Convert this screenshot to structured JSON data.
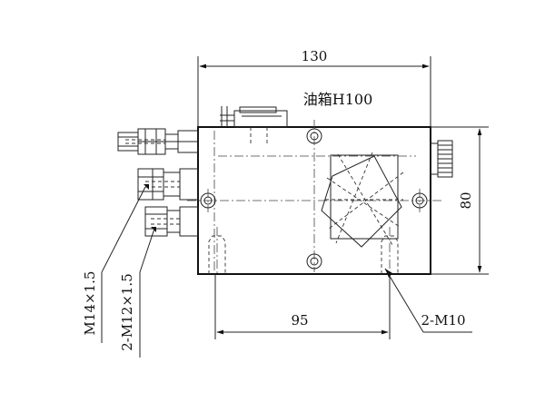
{
  "drawing": {
    "dim_width": "130",
    "dim_height": "80",
    "dim_port_spacing": "95",
    "tank_label": "油箱H100",
    "thread_m14": "M14×1.5",
    "thread_m12": "2-M12×1.5",
    "thread_m10": "2-M10"
  }
}
